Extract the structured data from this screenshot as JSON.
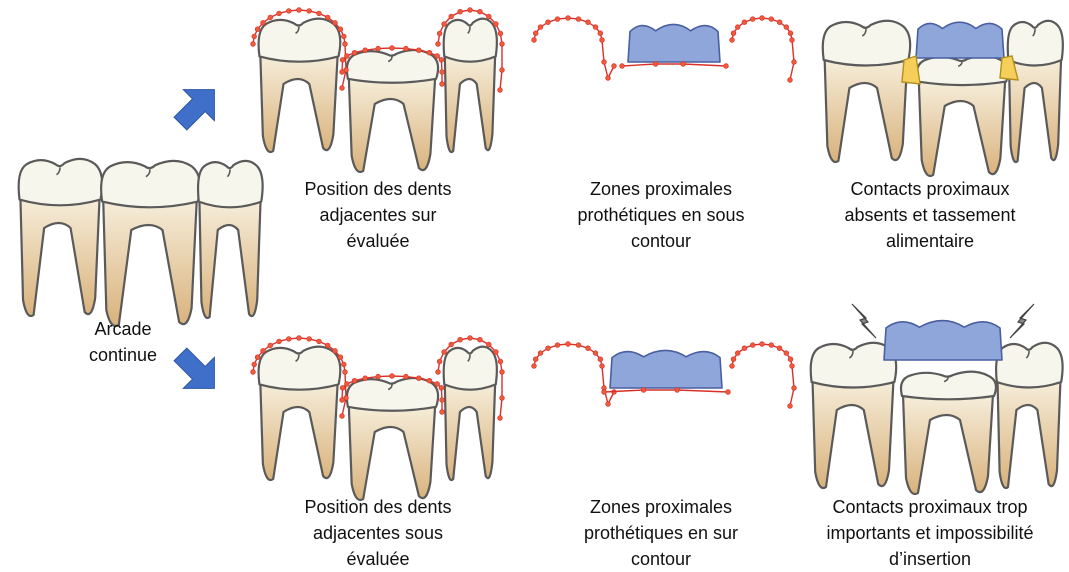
{
  "colors": {
    "crown": "#f7f6ec",
    "root_top": "#f6eedb",
    "root_bottom": "#d9b27c",
    "outline": "#5a5a5a",
    "prosthesis": "#8ea6da",
    "prosthesis_outline": "#4a5fa0",
    "contour_line": "#d9302a",
    "contour_point": "#ee5a3c",
    "food_impaction": "#f5cf5a",
    "arrow": "#3f6fc9",
    "lightning": "#8a8a8a"
  },
  "left": {
    "label_lines": [
      "Arcade",
      "continue"
    ]
  },
  "rows": [
    {
      "id": "top",
      "panels": [
        {
          "id": "top-1",
          "icon": "tooth-contour-icon",
          "caption_lines": [
            "Position des dents",
            "adjacentes sur",
            "évaluée"
          ]
        },
        {
          "id": "top-2",
          "icon": "prosthesis-contour-icon",
          "caption_lines": [
            "Zones proximales",
            "prothétiques en sous",
            "contour"
          ]
        },
        {
          "id": "top-3",
          "icon": "prosthesis-teeth-icon",
          "caption_lines": [
            "Contacts proximaux",
            "absents et tassement",
            "alimentaire"
          ]
        }
      ]
    },
    {
      "id": "bottom",
      "panels": [
        {
          "id": "bottom-1",
          "icon": "tooth-contour-icon",
          "caption_lines": [
            "Position des dents",
            "adjacentes sous",
            "évaluée"
          ]
        },
        {
          "id": "bottom-2",
          "icon": "prosthesis-contour-icon",
          "caption_lines": [
            "Zones proximales",
            "prothétiques en sur",
            "contour"
          ]
        },
        {
          "id": "bottom-3",
          "icon": "prosthesis-teeth-icon",
          "caption_lines": [
            "Contacts proximaux trop",
            "importants et impossibilité",
            "d’insertion"
          ]
        }
      ]
    }
  ]
}
